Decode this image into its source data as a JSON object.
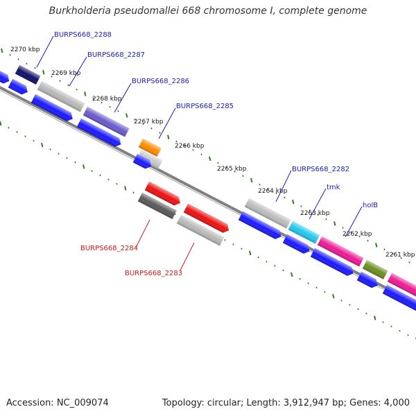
{
  "title": "Burkholderia pseudomallei 668 chromosome I, complete genome",
  "footer": {
    "accession": "Accession: NC_009074",
    "topology": "Topology: circular; Length: 3,912,947 bp; Genes: 4,000"
  },
  "ticks": [
    "2270 kbp",
    "2269 kbp",
    "2268 kbp",
    "2267 kbp",
    "2266 kbp",
    "2265 kbp",
    "2264 kbp",
    "2263 kbp",
    "2262 kbp",
    "2261 kbp"
  ],
  "gene_labels": [
    {
      "text": "BURPS668_2288",
      "strand": "plus"
    },
    {
      "text": "BURPS668_2287",
      "strand": "plus"
    },
    {
      "text": "BURPS668_2286",
      "strand": "plus"
    },
    {
      "text": "BURPS668_2285",
      "strand": "plus"
    },
    {
      "text": "BURPS668_2282",
      "strand": "plus"
    },
    {
      "text": "tmk",
      "strand": "plus"
    },
    {
      "text": "holB",
      "strand": "plus"
    },
    {
      "text": "BURPS668_2284",
      "strand": "minus"
    },
    {
      "text": "BURPS668_2283",
      "strand": "minus"
    }
  ],
  "colors": {
    "backbone": "#808080",
    "tick": "#2e7d1e",
    "cds": "#1a1aff",
    "plus_label": "#1a1abb",
    "minus_label": "#cc1a1a"
  }
}
